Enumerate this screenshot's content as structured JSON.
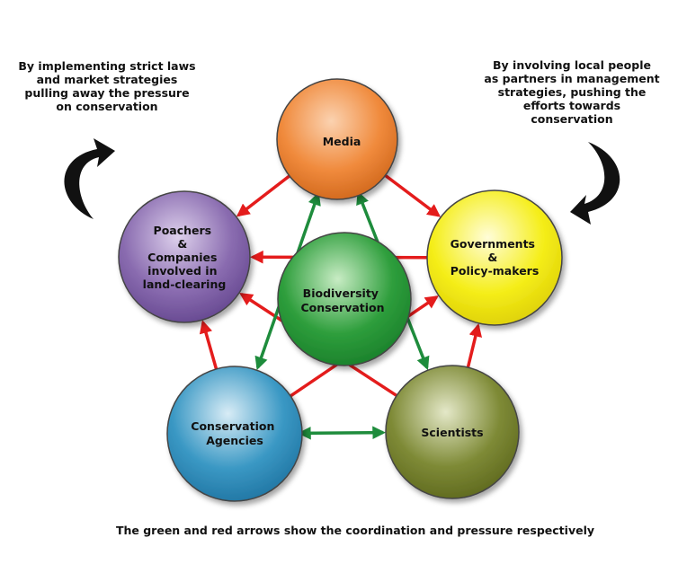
{
  "notes": {
    "left": "By implementing strict laws\nand market strategies\npulling away the pressure\non conservation",
    "right": "By involving local people\nas partners in management\nstrategies, pushing the\nefforts towards\nconservation"
  },
  "nodes": {
    "media": {
      "lines": [
        "Media"
      ]
    },
    "governments": {
      "lines": [
        "Governments",
        "&",
        "Policy-makers"
      ]
    },
    "poachers": {
      "lines": [
        "Poachers",
        "&",
        "Companies",
        "involved in",
        "land-clearing"
      ]
    },
    "biodiversity": {
      "lines": [
        "Biodiversity",
        "Conservation"
      ]
    },
    "agencies": {
      "lines": [
        "Conservation",
        "Agencies"
      ]
    },
    "scientists": {
      "lines": [
        "Scientists"
      ]
    }
  },
  "caption": "The green and red arrows show the coordination and pressure respectively",
  "colors": {
    "pressure_arrow": "#e41c1c",
    "coordination_arrow": "#1e8c3c",
    "media": "#f08a3c",
    "governments": "#f5ee1a",
    "poachers": "#8a6cb0",
    "biodiversity": "#2e9e3c",
    "agencies": "#3a98c4",
    "scientists": "#7e8a36"
  },
  "arrows": {
    "pressure": [
      [
        "media",
        "poachers"
      ],
      [
        "media",
        "governments"
      ],
      [
        "governments",
        "poachers"
      ],
      [
        "agencies",
        "poachers"
      ],
      [
        "scientists",
        "poachers"
      ],
      [
        "agencies",
        "governments"
      ],
      [
        "scientists",
        "governments"
      ]
    ],
    "coordination": [
      [
        "media",
        "agencies"
      ],
      [
        "media",
        "scientists"
      ],
      [
        "agencies",
        "scientists"
      ]
    ]
  }
}
